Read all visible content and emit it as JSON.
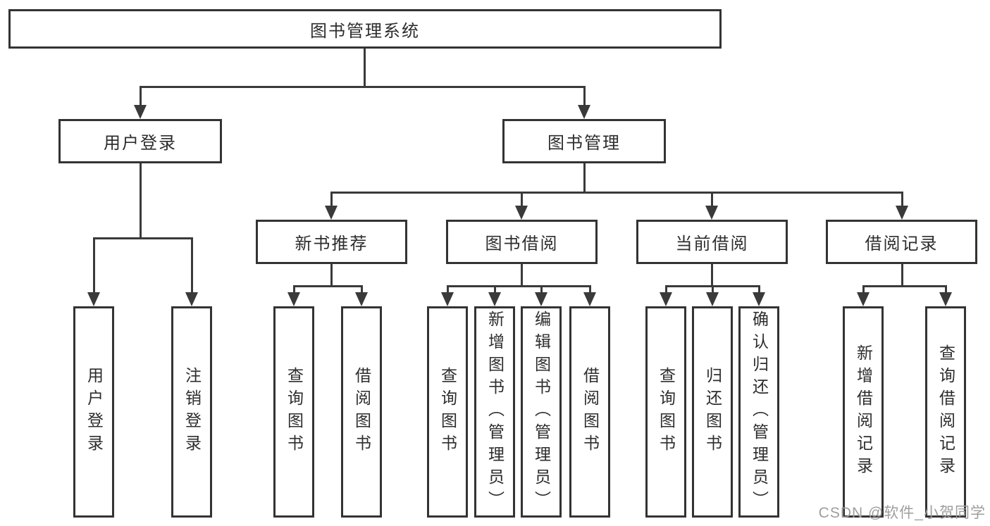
{
  "colors": {
    "background": "#ffffff",
    "line": "#3a3a3a",
    "box_border": "#333333",
    "text": "#2d2d2d",
    "watermark": "#9e9e9e"
  },
  "tree": {
    "root": "图书管理系统",
    "branches": [
      {
        "label": "用户登录",
        "children": [
          "用户登录",
          "注销登录"
        ]
      },
      {
        "label": "图书管理",
        "groups": [
          {
            "label": "新书推荐",
            "children": [
              "查询图书",
              "借阅图书"
            ]
          },
          {
            "label": "图书借阅",
            "children": [
              "查询图书",
              "新增图书（管理员）",
              "编辑图书（管理员）",
              "借阅图书"
            ]
          },
          {
            "label": "当前借阅",
            "children": [
              "查询图书",
              "归还图书",
              "确认归还（管理员）"
            ]
          },
          {
            "label": "借阅记录",
            "children": [
              "新增借阅记录",
              "查询借阅记录"
            ]
          }
        ]
      }
    ]
  },
  "watermark": "CSDN @软件_小贺同学"
}
